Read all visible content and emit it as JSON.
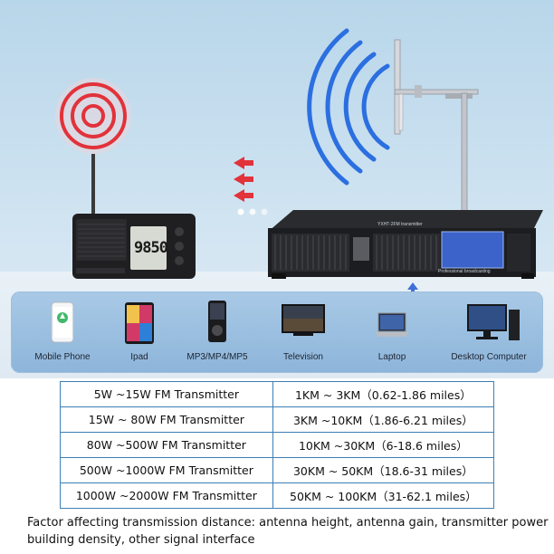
{
  "devices": [
    {
      "id": "mobile-phone",
      "label": "Mobile Phone"
    },
    {
      "id": "ipad",
      "label": "Ipad"
    },
    {
      "id": "mp3",
      "label": "MP3/MP4/MP5"
    },
    {
      "id": "television",
      "label": "Television"
    },
    {
      "id": "laptop",
      "label": "Laptop"
    },
    {
      "id": "desktop",
      "label": "Desktop Computer"
    }
  ],
  "radio": {
    "display": "9850"
  },
  "transmitter": {
    "title": "YXHT-2FM transmitter",
    "brand": "Professional broadcasting"
  },
  "table": {
    "rows": [
      {
        "power": "5W ~15W FM Transmitter",
        "range": "1KM ~ 3KM（0.62-1.86 miles）"
      },
      {
        "power": "15W ~ 80W FM Transmitter",
        "range": "3KM ~10KM（1.86-6.21 miles）"
      },
      {
        "power": "80W ~500W FM Transmitter",
        "range": "10KM ~30KM（6-18.6 miles）"
      },
      {
        "power": "500W ~1000W FM Transmitter",
        "range": "30KM ~ 50KM（18.6-31 miles）"
      },
      {
        "power": "1000W ~2000W FM Transmitter",
        "range": "50KM ~ 100KM（31-62.1 miles）"
      }
    ]
  },
  "note": {
    "line1": "Factor affecting transmission distance: antenna height, antenna gain, transmitter power",
    "line2": "building density, other signal interface"
  },
  "colors": {
    "accent": "#3d7fb5",
    "wave_red": "#e2323a",
    "wave_blue": "#2b6fe0"
  }
}
